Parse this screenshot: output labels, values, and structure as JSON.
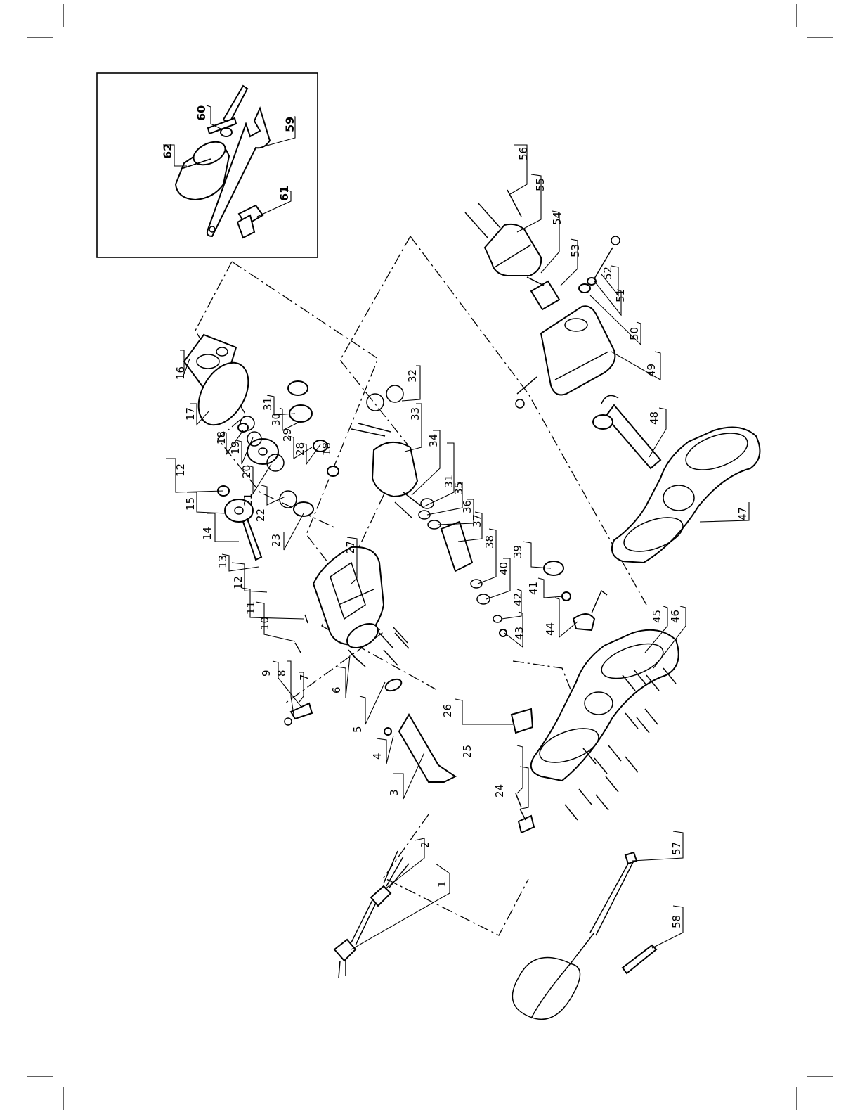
{
  "diagram": {
    "callouts_main": [
      "1",
      "2",
      "3",
      "4",
      "5",
      "6",
      "7",
      "8",
      "9",
      "10",
      "11",
      "12",
      "12",
      "13",
      "14",
      "15",
      "16",
      "17",
      "18",
      "18",
      "19",
      "20",
      "21",
      "22",
      "23",
      "24",
      "25",
      "26",
      "27",
      "28",
      "29",
      "30",
      "31",
      "31",
      "32",
      "33",
      "34",
      "35",
      "36",
      "37",
      "38",
      "39",
      "40",
      "41",
      "42",
      "43",
      "44",
      "45",
      "46",
      "47",
      "48",
      "49",
      "50",
      "51",
      "52",
      "53",
      "54",
      "55",
      "56",
      "57",
      "58"
    ],
    "callouts_inset": [
      "59",
      "60",
      "61",
      "62"
    ]
  },
  "colors": {
    "ink": "#000000",
    "paper": "#ffffff",
    "link": "#2a5bd7"
  }
}
